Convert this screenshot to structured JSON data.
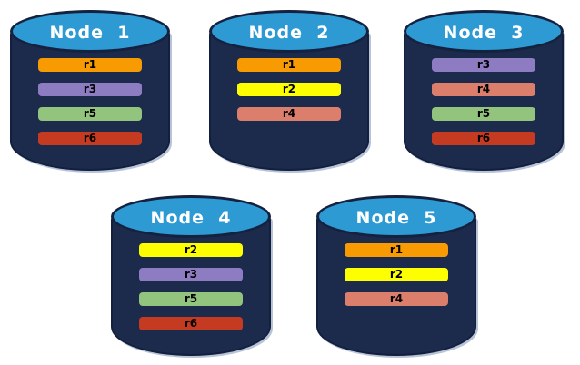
{
  "colors": {
    "cylinder_body": "#1C2A4C",
    "cylinder_top": "#2E9AD4",
    "replica_r1_orange": "#F89B02",
    "replica_r2_yellow": "#FDFF00",
    "replica_r3_purple": "#8E7CC3",
    "replica_r4_salmon": "#DB7E6B",
    "replica_r5_green": "#93C47D",
    "replica_r6_red": "#C43B22"
  },
  "nodes": [
    {
      "label": "Node  1",
      "replicas": [
        {
          "label": "r1",
          "color": "#F89B02"
        },
        {
          "label": "r3",
          "color": "#8E7CC3"
        },
        {
          "label": "r5",
          "color": "#93C47D"
        },
        {
          "label": "r6",
          "color": "#C43B22"
        }
      ]
    },
    {
      "label": "Node  2",
      "replicas": [
        {
          "label": "r1",
          "color": "#F89B02"
        },
        {
          "label": "r2",
          "color": "#FDFF00"
        },
        {
          "label": "r4",
          "color": "#DB7E6B"
        }
      ]
    },
    {
      "label": "Node  3",
      "replicas": [
        {
          "label": "r3",
          "color": "#8E7CC3"
        },
        {
          "label": "r4",
          "color": "#DB7E6B"
        },
        {
          "label": "r5",
          "color": "#93C47D"
        },
        {
          "label": "r6",
          "color": "#C43B22"
        }
      ]
    },
    {
      "label": "Node  4",
      "replicas": [
        {
          "label": "r2",
          "color": "#FDFF00"
        },
        {
          "label": "r3",
          "color": "#8E7CC3"
        },
        {
          "label": "r5",
          "color": "#93C47D"
        },
        {
          "label": "r6",
          "color": "#C43B22"
        }
      ]
    },
    {
      "label": "Node  5",
      "replicas": [
        {
          "label": "r1",
          "color": "#F89B02"
        },
        {
          "label": "r2",
          "color": "#FDFF00"
        },
        {
          "label": "r4",
          "color": "#DB7E6B"
        }
      ]
    }
  ]
}
